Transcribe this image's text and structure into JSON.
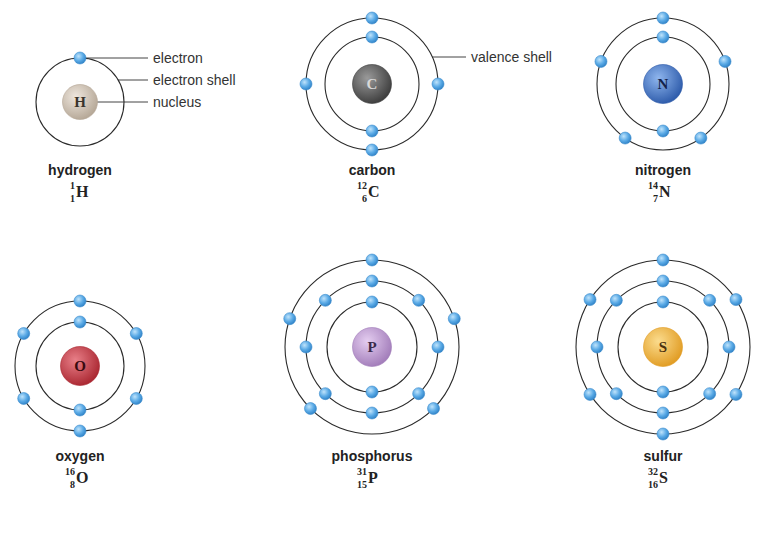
{
  "diagram": {
    "nodes": [
      {
        "text": [
          "hydrogen"
        ]
      },
      {
        "text": [
          "H"
        ],
        "in": 0
      },
      {
        "text": [
          "carbon"
        ]
      },
      {
        "text": [
          "C"
        ],
        "in": 2
      },
      {
        "text": [
          "nitrogen"
        ]
      },
      {
        "text": [
          "N"
        ],
        "in": 4
      },
      {
        "text": [
          "oxygen"
        ]
      },
      {
        "text": [
          "O"
        ],
        "in": 6
      },
      {
        "text": [
          "phosphorus"
        ]
      },
      {
        "text": [
          "P"
        ],
        "in": 8
      },
      {
        "text": [
          "sulfur"
        ]
      },
      {
        "text": [
          "S"
        ],
        "in": 10
      }
    ],
    "labels": [
      "electron",
      "electron shell",
      "nucleus",
      "valence shell",
      "1",
      "1",
      "H",
      "12",
      "6",
      "C",
      "14",
      "7",
      "N",
      "16",
      "8",
      "O",
      "31",
      "15",
      "P",
      "32",
      "16",
      "S"
    ]
  }
}
